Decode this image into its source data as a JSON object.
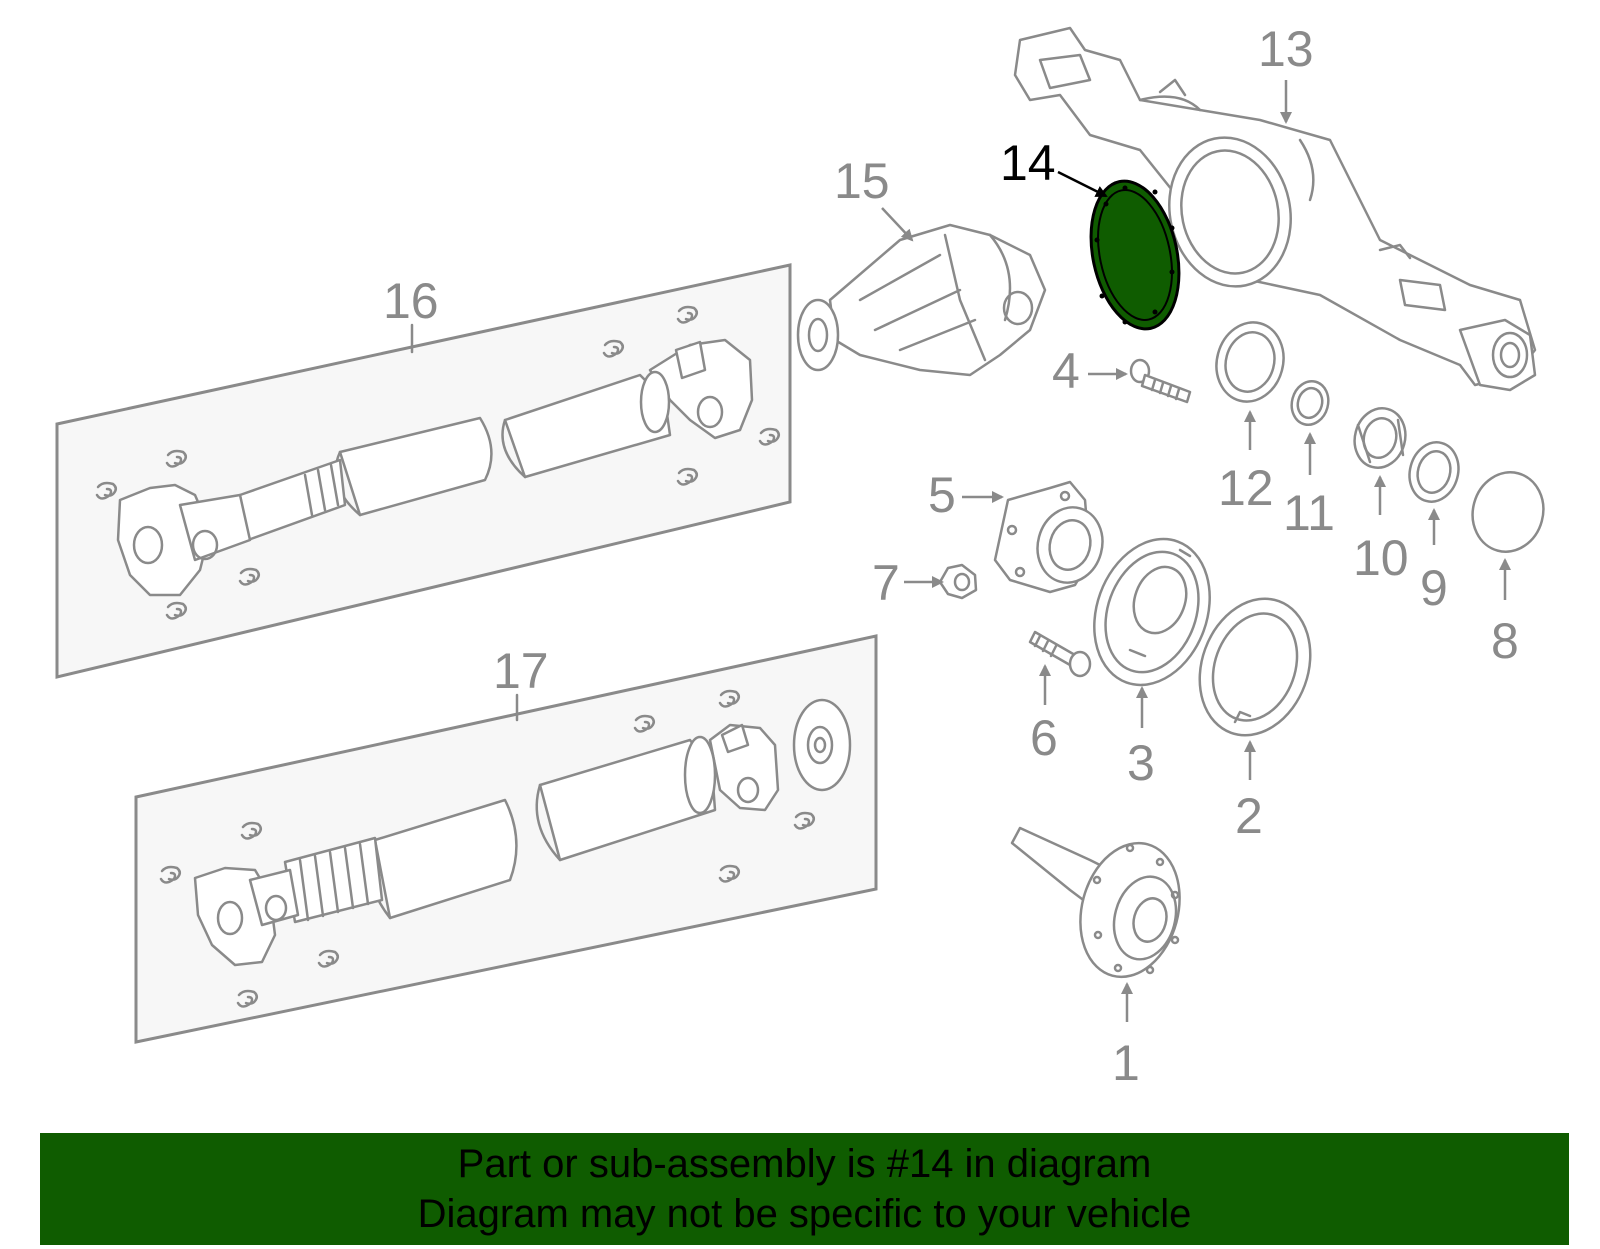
{
  "callouts": {
    "p1": "1",
    "p2": "2",
    "p3": "3",
    "p4": "4",
    "p5": "5",
    "p6": "6",
    "p7": "7",
    "p8": "8",
    "p9": "9",
    "p10": "10",
    "p11": "11",
    "p12": "12",
    "p13": "13",
    "p14": "14",
    "p15": "15",
    "p16": "16",
    "p17": "17"
  },
  "highlight_color": "#0f5c00",
  "banner": {
    "line1": "Part or sub-assembly is #14 in diagram",
    "line2": "Diagram may not be specific to your vehicle"
  }
}
